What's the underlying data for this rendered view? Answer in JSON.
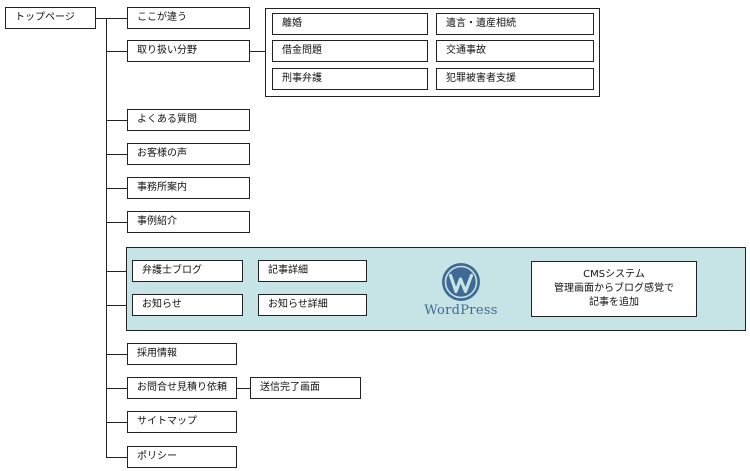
{
  "root": {
    "label": "トップページ"
  },
  "branches": {
    "difference": "ここが違う",
    "practice_areas": "取り扱い分野",
    "faq": "よくある質問",
    "testimonials": "お客様の声",
    "office": "事務所案内",
    "cases": "事例紹介",
    "lawyer_blog": "弁護士ブログ",
    "news": "お知らせ",
    "recruit": "採用情報",
    "contact": "お問合せ見積り依頼",
    "sitemap": "サイトマップ",
    "policy": "ポリシー"
  },
  "children": {
    "blog_detail": "記事詳細",
    "news_detail": "お知らせ詳細",
    "contact_complete": "送信完了画面"
  },
  "practice_areas": {
    "items": [
      "離婚",
      "遺言・遺産相続",
      "借金問題",
      "交通事故",
      "刑事弁護",
      "犯罪被害者支援"
    ]
  },
  "cms": {
    "logo_text": "WordPress",
    "logo_icon": "wordpress-icon",
    "lines": [
      "CMSシステム",
      "管理画面からブログ感覚で",
      "記事を追加"
    ]
  },
  "colors": {
    "panel_background": "#c6e3e6",
    "wordpress_blue": "#3f6a93",
    "line": "#222222"
  }
}
